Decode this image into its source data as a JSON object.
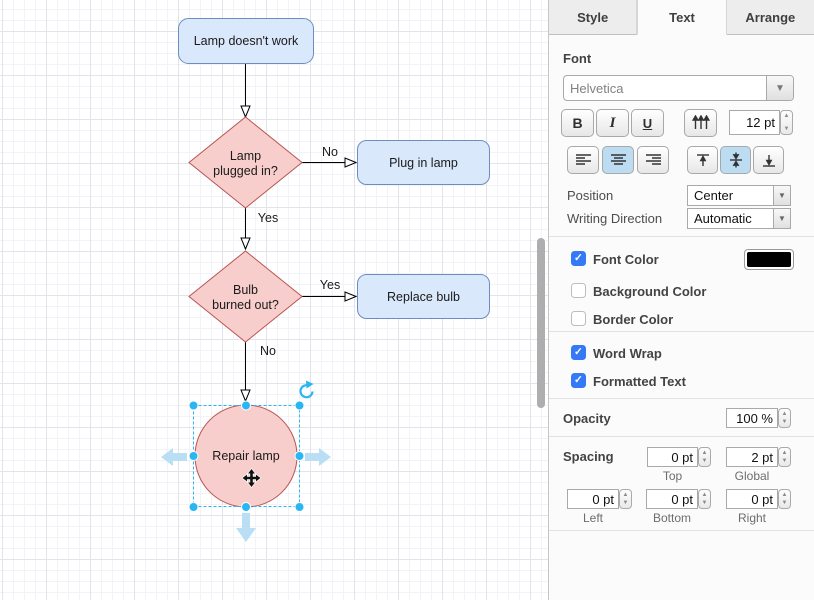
{
  "panel": {
    "tabs": [
      {
        "label": "Style"
      },
      {
        "label": "Text"
      },
      {
        "label": "Arrange"
      }
    ],
    "active_tab": "Text",
    "font": {
      "section_label": "Font",
      "family": "Helvetica",
      "size_value": "12 pt"
    },
    "buttons": {
      "bold": "B",
      "italic": "I",
      "underline": "U"
    },
    "position": {
      "label": "Position",
      "value": "Center"
    },
    "writing_direction": {
      "label": "Writing Direction",
      "value": "Automatic"
    },
    "color_rows": [
      {
        "label": "Font Color",
        "checked": true,
        "swatch": "#000000"
      },
      {
        "label": "Background Color",
        "checked": false
      },
      {
        "label": "Border Color",
        "checked": false
      }
    ],
    "toggle_rows": [
      {
        "label": "Word Wrap",
        "checked": true
      },
      {
        "label": "Formatted Text",
        "checked": true
      }
    ],
    "opacity": {
      "label": "Opacity",
      "value": "100 %"
    },
    "spacing": {
      "label": "Spacing",
      "top": {
        "value": "0 pt",
        "label": "Top"
      },
      "global": {
        "value": "2 pt",
        "label": "Global"
      },
      "left": {
        "value": "0 pt",
        "label": "Left"
      },
      "bottom": {
        "value": "0 pt",
        "label": "Bottom"
      },
      "right": {
        "value": "0 pt",
        "label": "Right"
      }
    }
  },
  "diagram": {
    "nodes": {
      "start": {
        "label": "Lamp doesn't work"
      },
      "decision1": {
        "line1": "Lamp",
        "line2": "plugged in?"
      },
      "action1": {
        "label": "Plug in lamp"
      },
      "decision2": {
        "line1": "Bulb",
        "line2": "burned out?"
      },
      "action2": {
        "label": "Replace bulb"
      },
      "selected": {
        "label": "Repair lamp"
      }
    },
    "edge_labels": {
      "no1": "No",
      "yes1": "Yes",
      "yes2": "Yes",
      "no2": "No"
    }
  },
  "colors": {
    "process_fill": "#dae8fc",
    "process_stroke": "#6c8ebf",
    "decision_fill": "#f8cecc",
    "decision_stroke": "#b85450",
    "selection_blue": "#29b6f2",
    "pale_arrow_blue": "#badef4",
    "checkbox_blue": "#3579f6",
    "font_color_swatch": "#000000"
  }
}
